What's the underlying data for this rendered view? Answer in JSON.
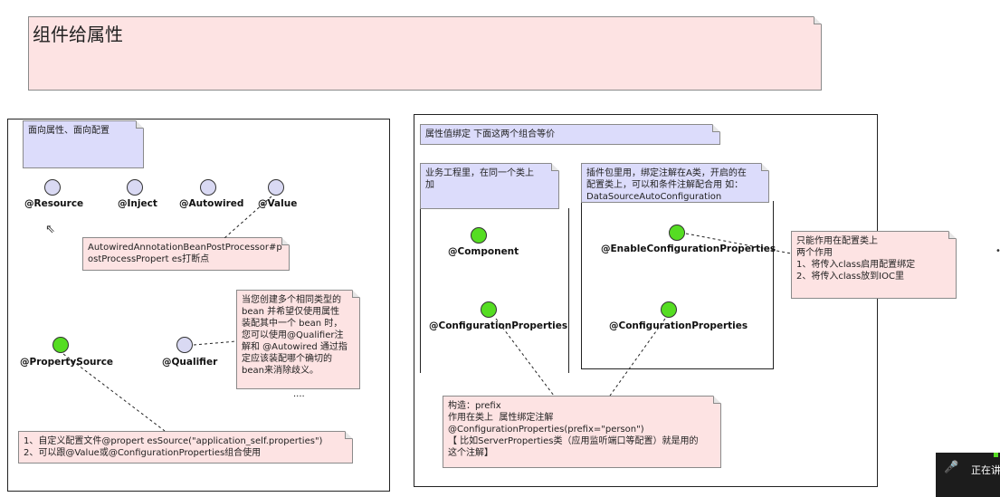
{
  "title": "组件给属性",
  "left_panel": {
    "header_note": "面向属性、面向配置",
    "nodes": {
      "resource": "@Resource",
      "inject": "@Inject",
      "autowired": "@Autowired",
      "value": "@Value",
      "property_source": "@PropertySource",
      "qualifier": "@Qualifier"
    },
    "autowired_note": "AutowiredAnnotationBeanPostProcessor#p\nostProcessPropert es打断点",
    "qualifier_note": "当您创建多个相同类型的\nbean 并希望仅使用属性\n装配其中一个 bean 时，\n您可以使用@Qualifier注\n解和 @Autowired 通过指\n定应该装配哪个确切的\nbean来消除歧义。",
    "ellipsis": "....",
    "property_source_note": "1、自定义配置文件@propert esSource(\"application_self.properties\")\n2、可以跟@Value或@ConfigurationProperties组合使用"
  },
  "right_panel": {
    "header_note": "属性值绑定 下面这两个组合等价",
    "left_note": "业务工程里，在同一个类上\n加",
    "right_note": "插件包里用，绑定注解在A类，开启的在\n配置类上，可以和条件注解配合用 如：\nDataSourceAutoConfiguration",
    "nodes": {
      "component": "@Component",
      "config_props_left": "@ConfigurationProperties",
      "enable_config_props": "@EnableConfigurationProperties",
      "config_props_right": "@ConfigurationProperties"
    },
    "prefix_note": "构造：prefix\n作用在类上  属性绑定注解\n@ConfigurationProperties(prefix=\"person\")\n【 比如ServerProperties类（应用监听端口等配置）就是用的\n这个注解】",
    "enable_note": "只能作用在配置类上\n两个作用\n1、将传入class启用配置绑定\n2、将传入class放到IOC里"
  },
  "status_bar": {
    "text": "正在讲"
  },
  "colors": {
    "pink_note": "#fde3e3",
    "lavender_note": "#dcdcfb",
    "green_node": "#55dd22",
    "empty_node": "#d9d9f3"
  }
}
